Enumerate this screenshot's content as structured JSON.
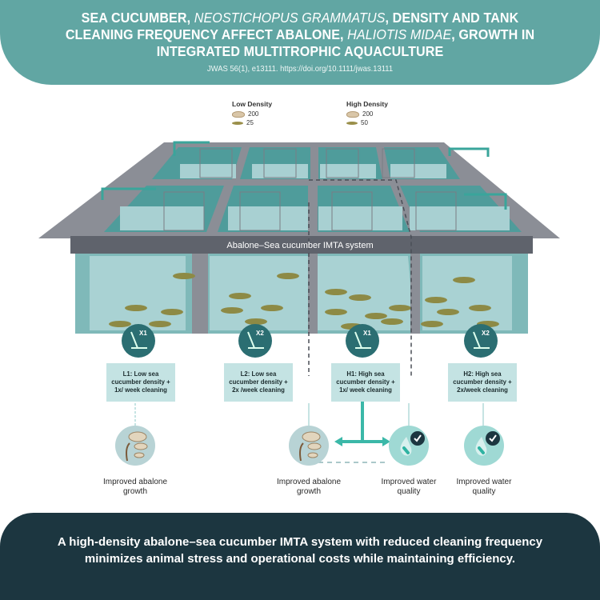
{
  "header": {
    "title_parts": [
      {
        "text": "SEA CUCUMBER, ",
        "italic": false
      },
      {
        "text": "NEOSTICHOPUS GRAMMATUS",
        "italic": true
      },
      {
        "text": ", DENSITY AND TANK CLEANING FREQUENCY AFFECT ABALONE, ",
        "italic": false
      },
      {
        "text": "HALIOTIS MIDAE",
        "italic": true
      },
      {
        "text": ", GROWTH IN INTEGRATED MULTITROPHIC AQUACULTURE",
        "italic": false
      }
    ],
    "citation": "JWAS 56(1), e13111. https://doi.org/10.1111/jwas.13111"
  },
  "legend": {
    "low": {
      "title": "Low Density",
      "abalone": "200",
      "sea_cucumber": "25"
    },
    "high": {
      "title": "High Density",
      "abalone": "200",
      "sea_cucumber": "50"
    }
  },
  "system_label": "Abalone–Sea cucumber IMTA system",
  "treatments": [
    {
      "id": "L1",
      "cleaning_badge": "X1",
      "label": "L1: Low sea cucumber density + 1x/ week cleaning"
    },
    {
      "id": "L2",
      "cleaning_badge": "X2",
      "label": "L2: Low sea cucumber density + 2x /week cleaning"
    },
    {
      "id": "H1",
      "cleaning_badge": "X1",
      "label": "H1: High sea cucumber density + 1x/ week cleaning"
    },
    {
      "id": "H2",
      "cleaning_badge": "X2",
      "label": "H2: High sea cucumber density + 2x/week cleaning"
    }
  ],
  "outcomes": [
    {
      "label": "Improved abalone growth",
      "icon": "abalone-growth-icon"
    },
    {
      "label": "Improved abalone growth",
      "icon": "abalone-growth-icon"
    },
    {
      "label": "Improved water quality",
      "icon": "water-quality-check-icon"
    },
    {
      "label": "Improved water quality",
      "icon": "water-quality-check-icon"
    }
  ],
  "footer": {
    "message": "A high-density abalone–sea cucumber IMTA system with reduced cleaning frequency minimizes animal stress and operational costs while maintaining efficiency."
  },
  "colors": {
    "header_bg": "#61a6a3",
    "footer_bg": "#1c3640",
    "teal_accent": "#3bb8a8",
    "box_bg": "#c4e3e3",
    "rake_bg": "#2b6e72",
    "frame_gray": "#8b8e96"
  }
}
